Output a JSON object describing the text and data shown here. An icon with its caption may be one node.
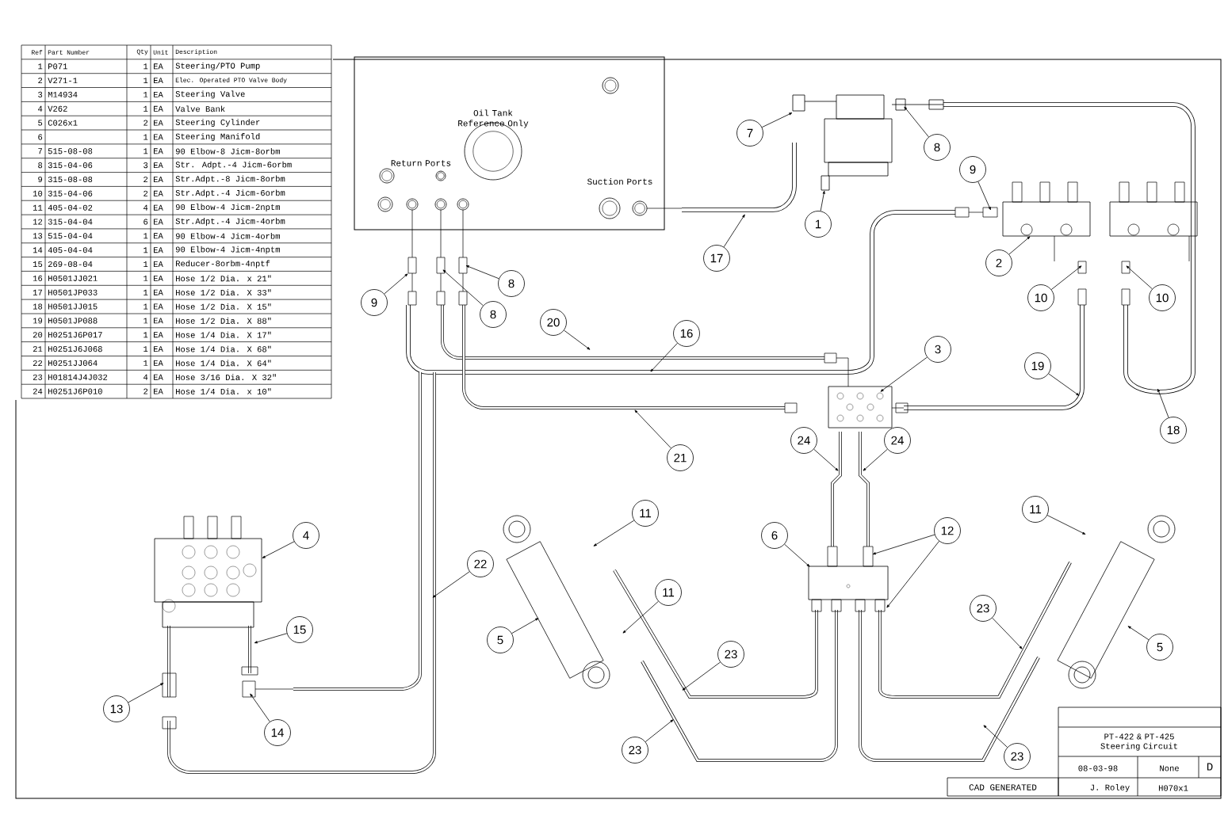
{
  "diagram": {
    "nodes": [
      {
        "text": [
          "Oil Tank Reference Only",
          "Return Ports",
          "Suction Ports"
        ]
      },
      {
        "text": [
          "7"
        ]
      },
      {
        "text": [
          "8"
        ]
      },
      {
        "text": [
          "9"
        ]
      },
      {
        "text": [
          "1"
        ]
      },
      {
        "text": [
          "17"
        ]
      },
      {
        "text": [
          "2"
        ]
      },
      {
        "text": [
          "8"
        ]
      },
      {
        "text": [
          "10"
        ]
      },
      {
        "text": [
          "10"
        ]
      },
      {
        "text": [
          "9"
        ]
      },
      {
        "text": [
          "8"
        ]
      },
      {
        "text": [
          "20"
        ]
      },
      {
        "text": [
          "16"
        ]
      },
      {
        "text": [
          "3"
        ]
      },
      {
        "text": [
          "19"
        ]
      },
      {
        "text": [
          "18"
        ]
      },
      {
        "text": [
          "24"
        ]
      },
      {
        "text": [
          "24"
        ]
      },
      {
        "text": [
          "21"
        ]
      },
      {
        "text": [
          "11"
        ]
      },
      {
        "text": [
          "12"
        ]
      },
      {
        "text": [
          "4"
        ]
      },
      {
        "text": [
          "6"
        ]
      },
      {
        "text": [
          "22"
        ]
      },
      {
        "text": [
          "11"
        ]
      },
      {
        "text": [
          "23"
        ]
      },
      {
        "text": [
          "15"
        ]
      },
      {
        "text": [
          "5"
        ]
      },
      {
        "text": [
          "11"
        ]
      },
      {
        "text": [
          "5"
        ]
      },
      {
        "text": [
          "23"
        ]
      },
      {
        "text": [
          "13"
        ]
      },
      {
        "text": [
          "14"
        ]
      },
      {
        "text": [
          "23"
        ]
      },
      {
        "text": [
          "23"
        ]
      }
    ],
    "edges": [
      {
        "from": 1,
        "to": null,
        "arrow": "to"
      },
      {
        "from": 2,
        "to": null,
        "arrow": "to"
      },
      {
        "from": 3,
        "to": null,
        "arrow": "to"
      },
      {
        "from": 4,
        "to": null,
        "arrow": "to"
      },
      {
        "from": 5,
        "to": null,
        "arrow": "to"
      },
      {
        "from": 6,
        "to": null,
        "arrow": "to"
      },
      {
        "from": 7,
        "to": null,
        "arrow": "to"
      },
      {
        "from": 8,
        "to": null,
        "arrow": "to"
      },
      {
        "from": 9,
        "to": null,
        "arrow": "to"
      },
      {
        "from": 10,
        "to": null,
        "arrow": "to"
      },
      {
        "from": 11,
        "to": null,
        "arrow": "to"
      },
      {
        "from": 12,
        "to": null,
        "arrow": "to"
      },
      {
        "from": 13,
        "to": null,
        "arrow": "to"
      },
      {
        "from": 14,
        "to": null,
        "arrow": "to"
      },
      {
        "from": 15,
        "to": null,
        "arrow": "to"
      },
      {
        "from": 16,
        "to": null,
        "arrow": "to"
      },
      {
        "from": 17,
        "to": null,
        "arrow": "to"
      },
      {
        "from": 18,
        "to": null,
        "arrow": "to"
      },
      {
        "from": 19,
        "to": null,
        "arrow": "to"
      },
      {
        "from": 20,
        "to": null,
        "arrow": "to"
      },
      {
        "from": 21,
        "to": null,
        "arrow": "to"
      },
      {
        "from": 21,
        "to": null,
        "arrow": "to"
      },
      {
        "from": 22,
        "to": null,
        "arrow": "to"
      },
      {
        "from": 23,
        "to": null,
        "arrow": "to"
      },
      {
        "from": 24,
        "to": null,
        "arrow": "to"
      },
      {
        "from": 25,
        "to": null,
        "arrow": "to"
      },
      {
        "from": 26,
        "to": null,
        "arrow": "to"
      },
      {
        "from": 27,
        "to": null,
        "arrow": "to"
      },
      {
        "from": 28,
        "to": null,
        "arrow": "to"
      },
      {
        "from": 29,
        "to": null,
        "arrow": "to"
      },
      {
        "from": 30,
        "to": null,
        "arrow": "to"
      },
      {
        "from": 31,
        "to": null,
        "arrow": "to"
      },
      {
        "from": 32,
        "to": null,
        "arrow": "to"
      },
      {
        "from": 33,
        "to": null,
        "arrow": "to"
      },
      {
        "from": 34,
        "to": null,
        "arrow": "to"
      },
      {
        "from": 35,
        "to": null,
        "arrow": "to"
      }
    ],
    "labels": [
      "Ref",
      "Part Number",
      "Qty",
      "Unit",
      "Description",
      "1",
      "P071",
      "1",
      "EA",
      "Steering/PTO Pump",
      "2",
      "V271-1",
      "1",
      "EA",
      "Elec. Operated PTO Valve Body",
      "3",
      "M14934",
      "1",
      "EA",
      "Steering Valve",
      "4",
      "V262",
      "1",
      "EA",
      "Valve Bank",
      "5",
      "C026x1",
      "2",
      "EA",
      "Steering Cylinder",
      "6",
      "1",
      "EA",
      "Steering Manifold",
      "7",
      "515-08-08",
      "1",
      "EA",
      "90 Elbow-8 Jicm-8orbm",
      "8",
      "315-04-06",
      "3",
      "EA",
      "Str. Adpt.-4 Jicm-6orbm",
      "9",
      "315-08-08",
      "2",
      "EA",
      "Str.Adpt.-8 Jicm-8orbm",
      "10",
      "315-04-06",
      "2",
      "EA",
      "Str.Adpt.-4 Jicm-6orbm",
      "11",
      "405-04-02",
      "4",
      "EA",
      "90 Elbow-4 Jicm-2nptm",
      "12",
      "315-04-04",
      "6",
      "EA",
      "Str.Adpt.-4 Jicm-4orbm",
      "13",
      "515-04-04",
      "1",
      "EA",
      "90 Elbow-4 Jicm-4orbm",
      "14",
      "405-04-04",
      "1",
      "EA",
      "90 Elbow-4 Jicm-4nptm",
      "15",
      "269-08-04",
      "1",
      "EA",
      "Reducer-8orbm-4nptf",
      "16",
      "H0501JJ021",
      "1",
      "EA",
      "Hose 1/2 Dia. x 21\"",
      "17",
      "H0501JP033",
      "1",
      "EA",
      "Hose 1/2 Dia. X 33\"",
      "18",
      "H0501JJ015",
      "1",
      "EA",
      "Hose 1/2 Dia. X 15\"",
      "19",
      "H0501JP088",
      "1",
      "EA",
      "Hose 1/2 Dia. X 88\"",
      "20",
      "H0251J6P017",
      "1",
      "EA",
      "Hose 1/4 Dia. X 17\"",
      "21",
      "H0251J6J068",
      "1",
      "EA",
      "Hose 1/4 Dia. X 68\"",
      "22",
      "H0251JJ064",
      "1",
      "EA",
      "Hose 1/4 Dia. X 64\"",
      "23",
      "H01814J4J032",
      "4",
      "EA",
      "Hose 3/16 Dia. X 32\"",
      "24",
      "H0251J6P010",
      "2",
      "EA",
      "Hose 1/4 Dia. x 10\"",
      "PT-422 & PT-425 Steering Circuit",
      "08-03-98",
      "None",
      "D",
      "CAD GENERATED",
      "J. Roley",
      "H070x1"
    ]
  }
}
